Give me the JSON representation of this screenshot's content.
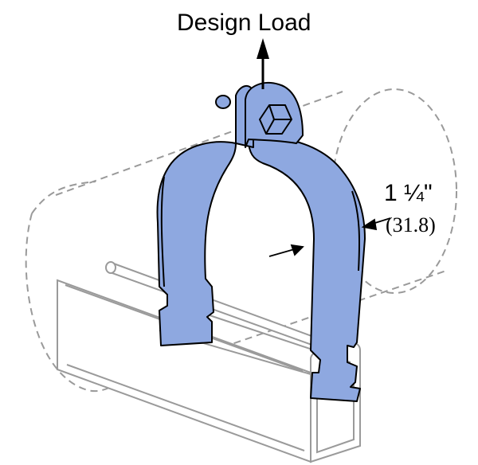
{
  "labels": {
    "design_load": "Design Load",
    "band_width": "1 ¼\"",
    "band_width_mm": "(31.8)"
  },
  "colors": {
    "clamp_fill": "#8ea8e0",
    "outline": "#000000",
    "dashed_pipe": "#9a9a9a",
    "channel_stroke": "#9a9a9a"
  }
}
